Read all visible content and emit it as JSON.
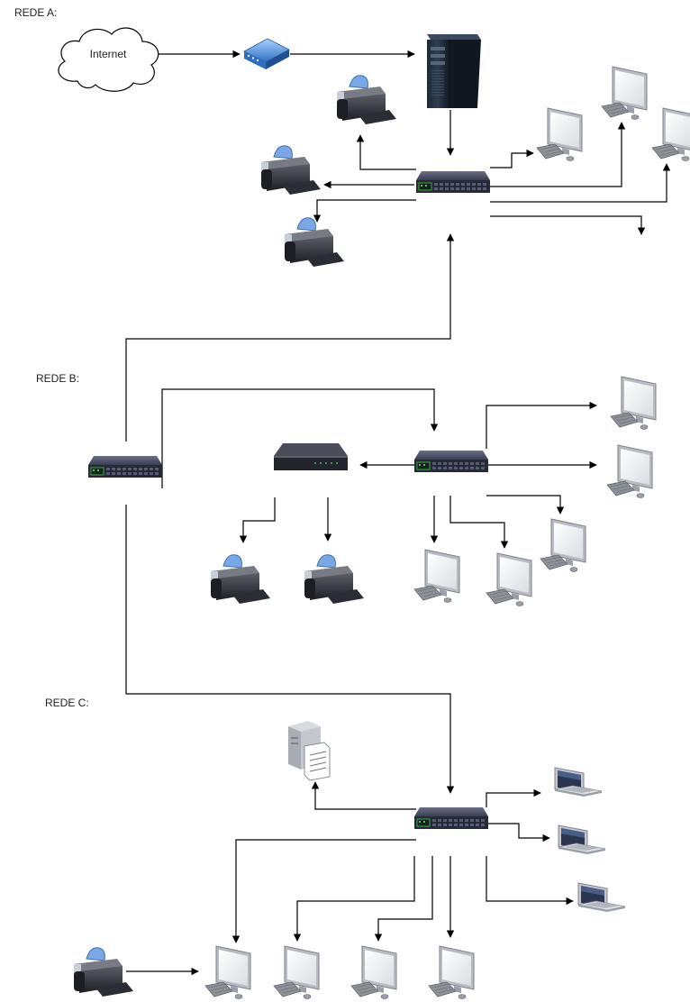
{
  "sections": {
    "rede_a": "REDE A:",
    "rede_b": "REDE B:",
    "rede_c": "REDE C:"
  },
  "cloud_label": "Internet",
  "icons": {
    "cloud": "internet-cloud-icon",
    "modem": "modem-icon",
    "server_tower": "server-tower-icon",
    "switch": "network-switch-icon",
    "router": "router-icon",
    "printer": "printer-icon",
    "monitor": "desktop-monitor-icon",
    "laptop": "laptop-icon",
    "file_server": "file-server-icon"
  },
  "colors": {
    "line": "#000000",
    "switch_body": "#2f3346",
    "switch_led": "#3ad13a",
    "modem_blue": "#4a8fd8",
    "printer_cap": "#7aa7e6",
    "monitor_frame": "#cfd2d6"
  }
}
